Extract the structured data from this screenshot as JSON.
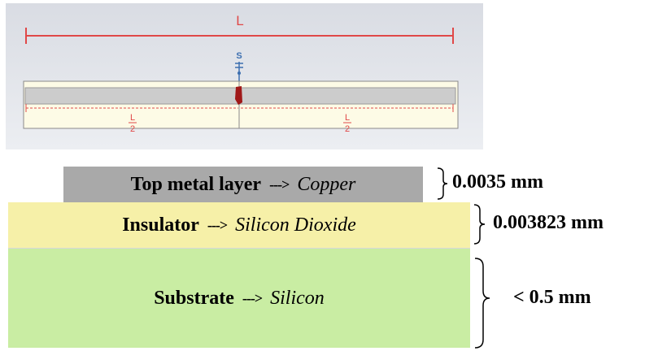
{
  "top_view": {
    "length_label": "L",
    "spacing_label": "S",
    "half_length_numerator": "L",
    "half_length_denominator": "2"
  },
  "layers": [
    {
      "name": "Top metal layer",
      "arrow": "--->",
      "material": "Copper",
      "thickness": "0.0035 mm",
      "color": "#a9a9a9"
    },
    {
      "name": "Insulator",
      "arrow": "--->",
      "material": "Silicon Dioxide",
      "thickness": "0.003823 mm",
      "color": "#f6f0a8"
    },
    {
      "name": "Substrate",
      "arrow": "--->",
      "material": "Silicon",
      "thickness": "< 0.5 mm",
      "color": "#c9eda3"
    }
  ],
  "colors": {
    "dimension_red": "#e04848",
    "spacing_blue": "#3c6fb0",
    "feature_dark_red": "#a01818"
  }
}
